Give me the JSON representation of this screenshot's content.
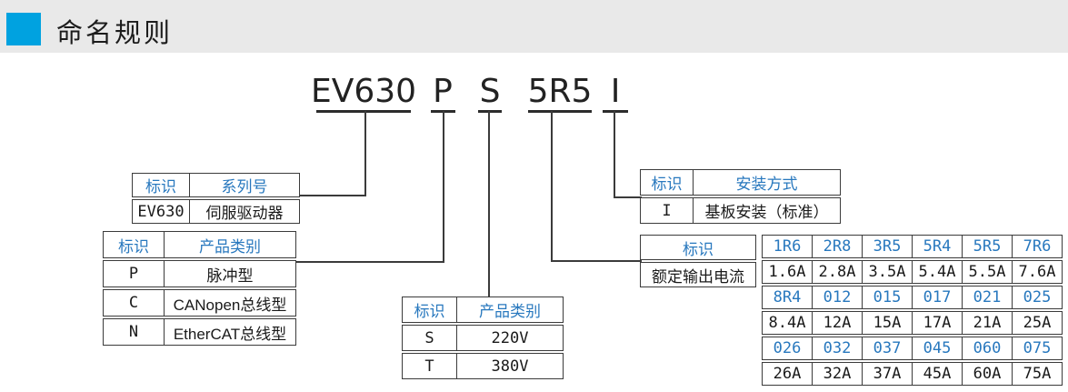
{
  "page": {
    "title": "命名规则"
  },
  "model_code": {
    "segments": [
      "EV630",
      "P",
      "S",
      "5R5",
      "I"
    ]
  },
  "tables": {
    "series": {
      "headers": [
        "标识",
        "系列号"
      ],
      "rows": [
        [
          "EV630",
          "伺服驱动器"
        ]
      ]
    },
    "product_type": {
      "headers": [
        "标识",
        "产品类别"
      ],
      "rows": [
        [
          "P",
          "脉冲型"
        ],
        [
          "C",
          "CANopen总线型"
        ],
        [
          "N",
          "EtherCAT总线型"
        ]
      ]
    },
    "voltage_class": {
      "headers": [
        "标识",
        "产品类别"
      ],
      "rows": [
        [
          "S",
          "220V"
        ],
        [
          "T",
          "380V"
        ]
      ]
    },
    "mounting": {
      "headers": [
        "标识",
        "安装方式"
      ],
      "rows": [
        [
          "I",
          "基板安装（标准）"
        ]
      ]
    },
    "rated_current": {
      "corner_header": "标识",
      "row_label": "额定输出电流",
      "grid": [
        [
          "1R6",
          "2R8",
          "3R5",
          "5R4",
          "5R5",
          "7R6"
        ],
        [
          "1.6A",
          "2.8A",
          "3.5A",
          "5.4A",
          "5.5A",
          "7.6A"
        ],
        [
          "8R4",
          "012",
          "015",
          "017",
          "021",
          "025"
        ],
        [
          "8.4A",
          "12A",
          "15A",
          "17A",
          "21A",
          "25A"
        ],
        [
          "026",
          "032",
          "037",
          "045",
          "060",
          "075"
        ],
        [
          "26A",
          "32A",
          "37A",
          "45A",
          "60A",
          "75A"
        ]
      ]
    }
  },
  "colors": {
    "accent_blue": "#2878be",
    "square_blue": "#00a2e0",
    "header_bg": "#e9e9e9",
    "line": "#3b3b3b",
    "text_dark": "#1a1a1a"
  }
}
